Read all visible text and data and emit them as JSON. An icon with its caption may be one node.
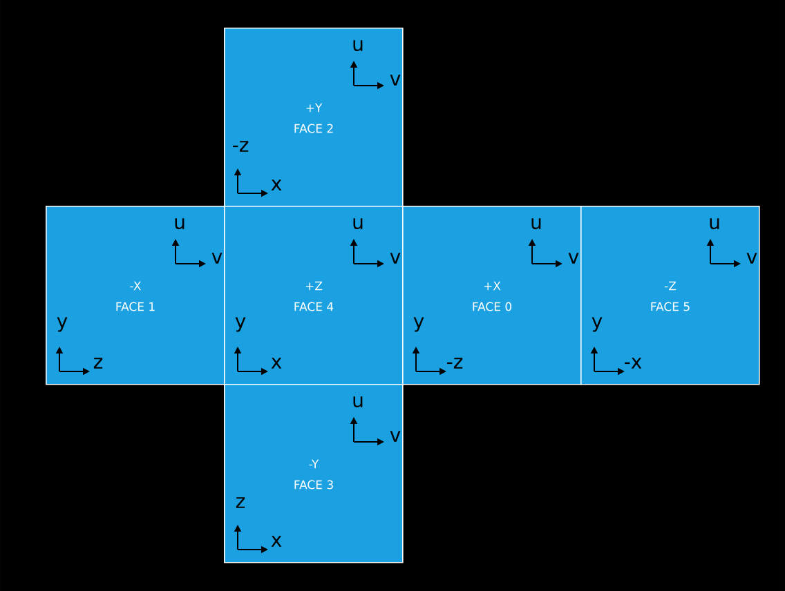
{
  "diagram": {
    "nodes": [
      {
        "text": [
          "+Y",
          "FACE 2",
          "u",
          "v",
          "-z",
          "x"
        ]
      },
      {
        "text": [
          "-X",
          "FACE 1",
          "u",
          "v",
          "y",
          "z"
        ]
      },
      {
        "text": [
          "+Z",
          "FACE 4",
          "u",
          "v",
          "y",
          "x"
        ]
      },
      {
        "text": [
          "+X",
          "FACE 0",
          "u",
          "v",
          "y",
          "-z"
        ]
      },
      {
        "text": [
          "-Z",
          "FACE 5",
          "u",
          "v",
          "y",
          "-x"
        ]
      },
      {
        "text": [
          "-Y",
          "FACE 3",
          "u",
          "v",
          "z",
          "x"
        ]
      }
    ]
  }
}
